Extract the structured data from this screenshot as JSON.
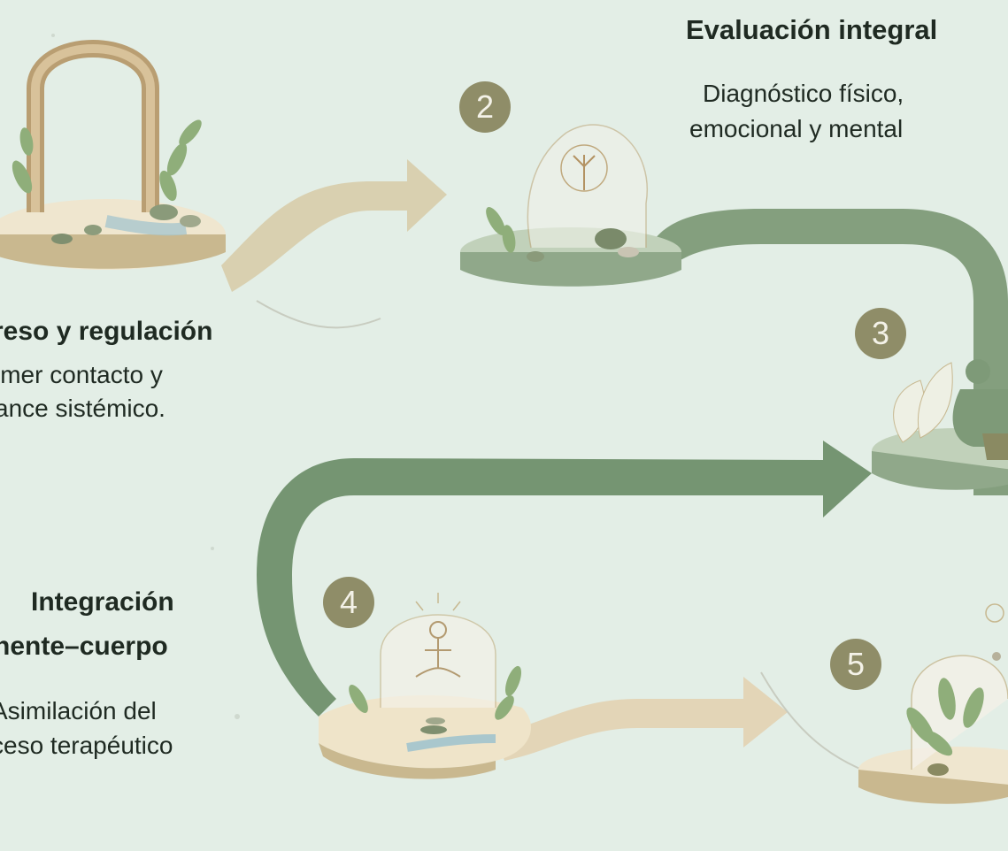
{
  "steps": [
    {
      "number": "",
      "title": "reso y regulación",
      "desc_line1": "imer contacto y",
      "desc_line2": "ance sistémico."
    },
    {
      "number": "2",
      "title": "Evaluación integral",
      "desc_line1": "Diagnóstico físico,",
      "desc_line2": "emocional y mental"
    },
    {
      "number": "3",
      "title": "",
      "desc_line1": "",
      "desc_line2": ""
    },
    {
      "number": "4",
      "title_line1": "Integración",
      "title_line2": "nente–cuerpo",
      "desc_line1": "Asimilación del",
      "desc_line2": "ceso terapéutico"
    },
    {
      "number": "5",
      "title": "",
      "desc_line1": "",
      "desc_line2": ""
    }
  ],
  "colors": {
    "background": "#e3eee6",
    "sage_path": "#7e9a78",
    "sand_path": "#d9ccaa",
    "badge": "#8f8d68",
    "platform_sand": "#efe6cf",
    "platform_sage": "#b9ccb2"
  }
}
